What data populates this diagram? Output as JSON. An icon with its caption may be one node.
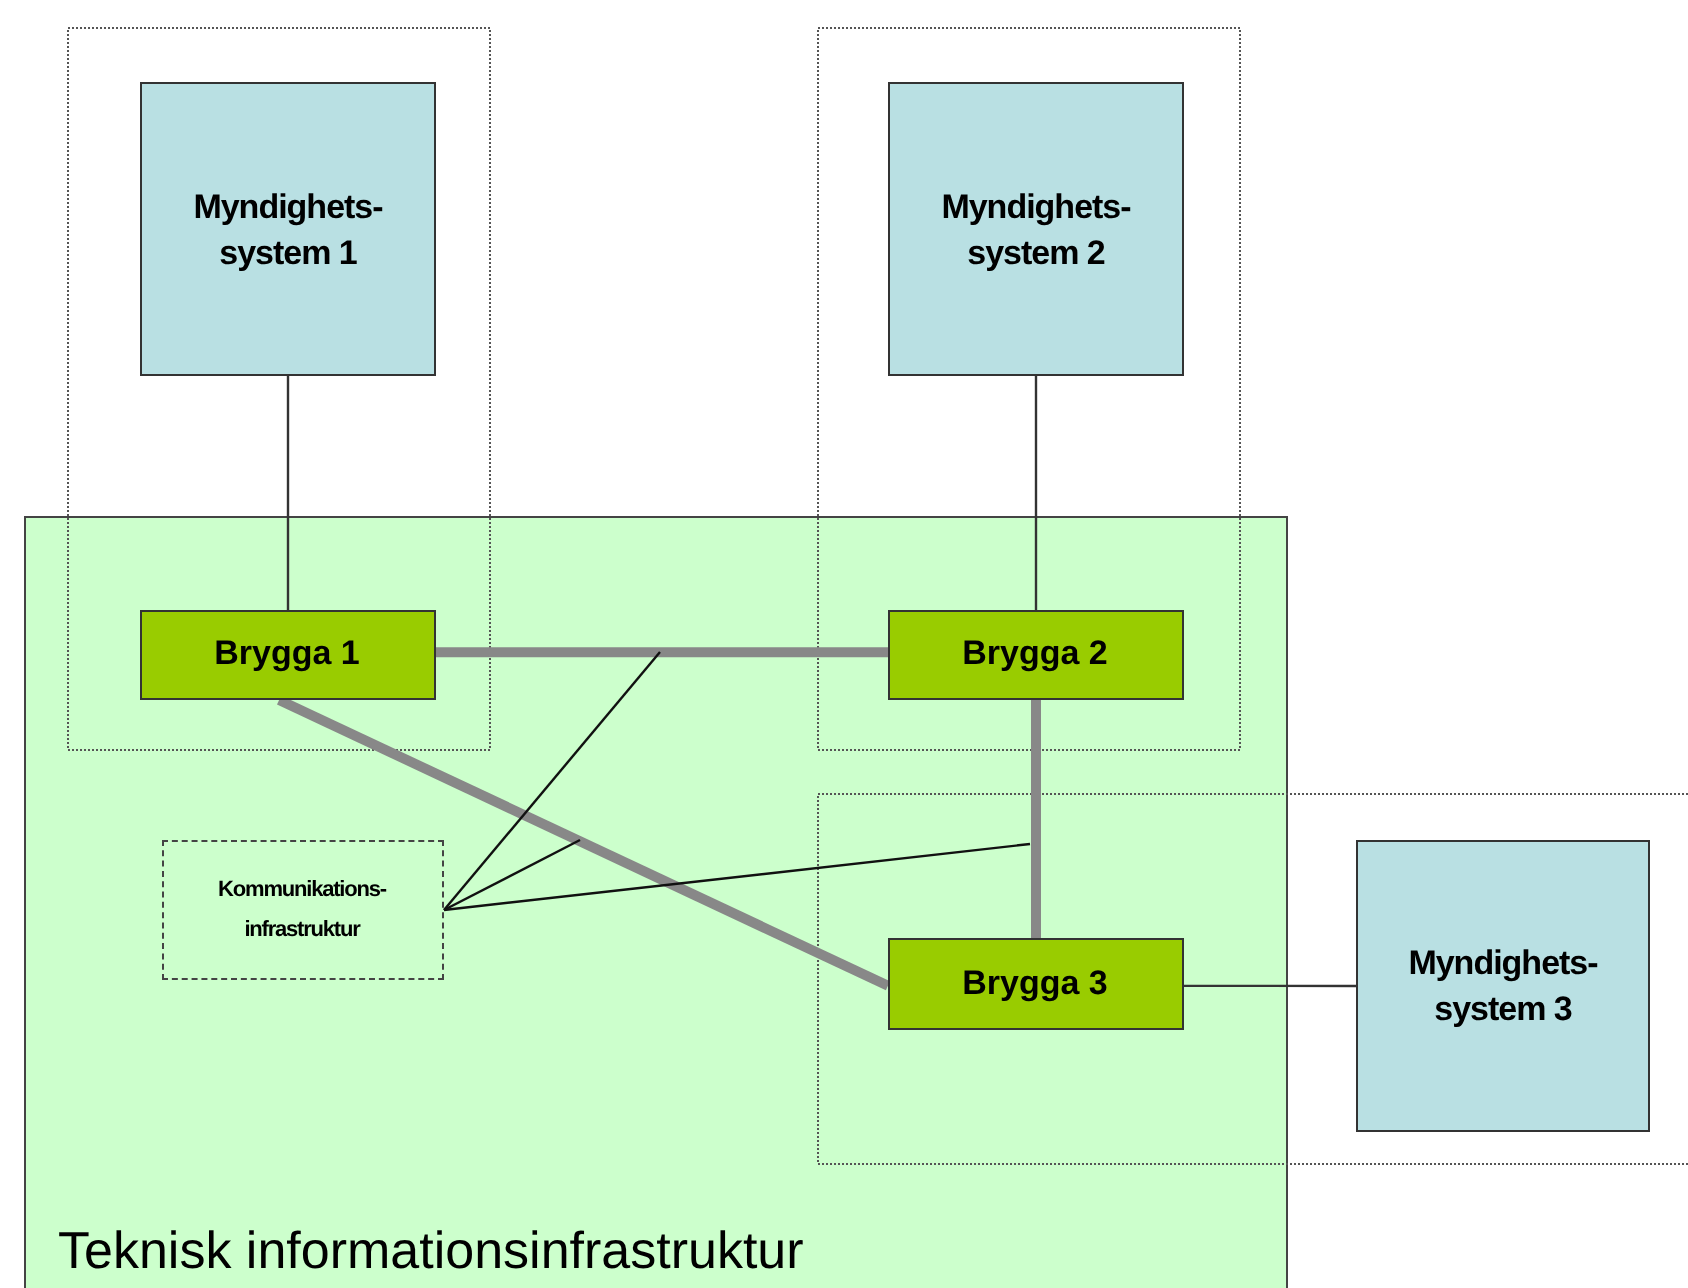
{
  "diagram": {
    "nodes": [
      {
        "text": [
          "Teknisk informationsinfrastruktur"
        ]
      },
      {
        "text": [
          "Myndighets- system 1"
        ]
      },
      {
        "text": [
          "Myndighets- system 2"
        ]
      },
      {
        "text": [
          "Brygga 1"
        ],
        "in": 0
      },
      {
        "text": [
          "Brygga 2"
        ],
        "in": 0
      },
      {
        "text": [
          "Kommunikations- infrastruktur"
        ],
        "in": 0
      },
      {
        "text": [
          "Brygga 3"
        ],
        "in": 0
      },
      {
        "text": [
          "Myndighets- system 3"
        ]
      }
    ],
    "edges": [
      {
        "from": 1,
        "to": 3,
        "arrow": "none"
      },
      {
        "from": 2,
        "to": 4,
        "arrow": "none"
      },
      {
        "from": 3,
        "to": 4,
        "arrow": "none",
        "style": "thick",
        "color": "#888888"
      },
      {
        "from": 4,
        "to": 6,
        "arrow": "none",
        "style": "thick",
        "color": "#888888"
      },
      {
        "from": 3,
        "to": 6,
        "arrow": "none",
        "style": "thick",
        "color": "#888888"
      },
      {
        "from": 6,
        "to": 7,
        "arrow": "none"
      },
      {
        "from": 5,
        "to": null,
        "arrow": "none"
      },
      {
        "from": 5,
        "to": null,
        "arrow": "none"
      },
      {
        "from": 5,
        "to": null,
        "arrow": "none"
      }
    ]
  }
}
